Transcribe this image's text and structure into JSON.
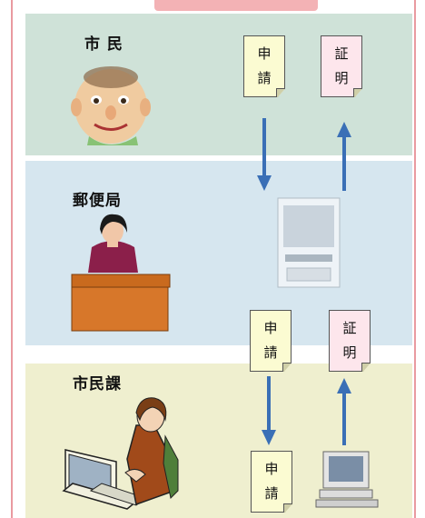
{
  "colors": {
    "frame": "#e99aa0",
    "citizen_band": "#cfe2d8",
    "post_band": "#d6e6ef",
    "office_band": "#efefcf",
    "arrow": "#3a6fb6",
    "request_doc": "#fbfbd2",
    "certificate_doc": "#fde6ec"
  },
  "sections": {
    "citizen": {
      "label": "市 民",
      "icon": "citizen-face-icon"
    },
    "post_office": {
      "label": "郵便局",
      "icon": "post-office-clerk-icon"
    },
    "city_office": {
      "label": "市民課",
      "icon": "office-worker-computer-icon"
    }
  },
  "docs": {
    "request": {
      "line1": "申",
      "line2": "請"
    },
    "certificate": {
      "line1": "証",
      "line2": "明"
    }
  },
  "icons": [
    "fax-machine-icon",
    "desktop-computer-icon",
    "arrow-down-icon",
    "arrow-up-icon"
  ]
}
